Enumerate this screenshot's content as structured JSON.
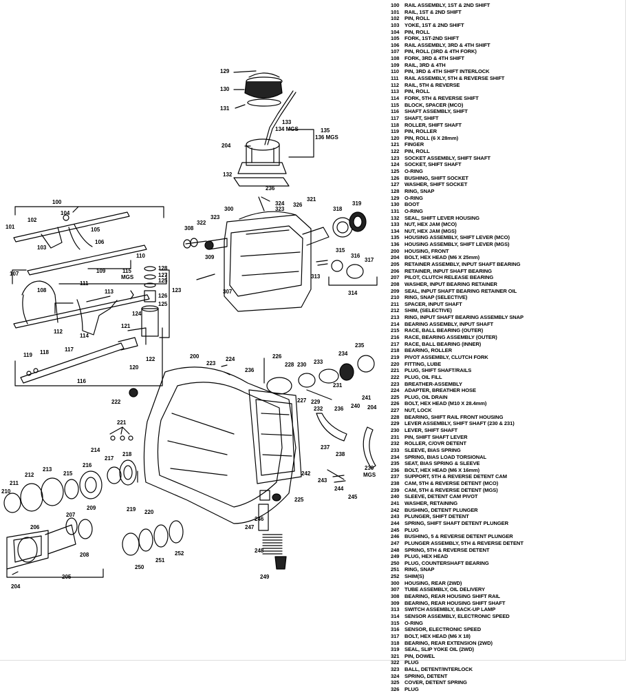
{
  "legend": [
    {
      "num": "100",
      "desc": "RAIL ASSEMBLY, 1ST & 2ND SHIFT"
    },
    {
      "num": "101",
      "desc": "RAIL, 1ST & 2ND SHIFT"
    },
    {
      "num": "102",
      "desc": "PIN, ROLL"
    },
    {
      "num": "103",
      "desc": "YOKE, 1ST & 2ND SHIFT"
    },
    {
      "num": "104",
      "desc": "PIN, ROLL"
    },
    {
      "num": "105",
      "desc": "FORK, 1ST-2ND SHIFT"
    },
    {
      "num": "106",
      "desc": "RAIL ASSEMBLY, 3RD & 4TH SHIFT"
    },
    {
      "num": "107",
      "desc": "PIN, ROLL (3RD & 4TH FORK)"
    },
    {
      "num": "108",
      "desc": "FORK, 3RD & 4TH SHIFT"
    },
    {
      "num": "109",
      "desc": "RAIL, 3RD & 4TH"
    },
    {
      "num": "110",
      "desc": "PIN, 3RD & 4TH SHIFT INTERLOCK"
    },
    {
      "num": "111",
      "desc": "RAIL ASSEMBLY, 5TH & REVERSE SHIFT"
    },
    {
      "num": "112",
      "desc": "RAIL, 5TH & REVERSE"
    },
    {
      "num": "113",
      "desc": "PIN, ROLL"
    },
    {
      "num": "114",
      "desc": "FORK, 5TH & REVERSE SHIFT"
    },
    {
      "num": "115",
      "desc": "BLOCK, SPACER (MCO)"
    },
    {
      "num": "116",
      "desc": "SHAFT ASSEMBLY, SHIFT"
    },
    {
      "num": "117",
      "desc": "SHAFT, SHIFT"
    },
    {
      "num": "118",
      "desc": "ROLLER, SHIFT SHAFT"
    },
    {
      "num": "119",
      "desc": "PIN, ROLLER"
    },
    {
      "num": "120",
      "desc": "PIN, ROLL (6 X 28mm)"
    },
    {
      "num": "121",
      "desc": "FINGER"
    },
    {
      "num": "122",
      "desc": "PIN, ROLL"
    },
    {
      "num": "123",
      "desc": "SOCKET ASSEMBLY, SHIFT SHAFT"
    },
    {
      "num": "124",
      "desc": "SOCKET, SHIFT SHAFT"
    },
    {
      "num": "125",
      "desc": "O-RING"
    },
    {
      "num": "126",
      "desc": "BUSHING, SHIFT SOCKET"
    },
    {
      "num": "127",
      "desc": "WASHER, SHIFT SOCKET"
    },
    {
      "num": "128",
      "desc": "RING, SNAP"
    },
    {
      "num": "129",
      "desc": "O-RING"
    },
    {
      "num": "130",
      "desc": "BOOT"
    },
    {
      "num": "131",
      "desc": "O-RING"
    },
    {
      "num": "132",
      "desc": "SEAL, SHIFT LEVER HOUSING"
    },
    {
      "num": "133",
      "desc": "NUT, HEX JAM (MCO)"
    },
    {
      "num": "134",
      "desc": "NUT, HEX JAM (MGS)"
    },
    {
      "num": "135",
      "desc": "HOUSING ASSEMBLY, SHIFT LEVER (MCO)"
    },
    {
      "num": "136",
      "desc": "HOUSING ASSEMBLY, SHIFT LEVER (MGS)"
    },
    {
      "num": "200",
      "desc": "HOUSING, FRONT"
    },
    {
      "num": "204",
      "desc": "BOLT, HEX HEAD (M6 X 25mm)"
    },
    {
      "num": "205",
      "desc": "RETAINER ASSEMBLY, INPUT SHAFT BEARING"
    },
    {
      "num": "206",
      "desc": "RETAINER, INPUT SHAFT BEARING"
    },
    {
      "num": "207",
      "desc": "PILOT, CLUTCH RELEASE BEARING"
    },
    {
      "num": "208",
      "desc": "WASHER, INPUT BEARING RETAINER"
    },
    {
      "num": "209",
      "desc": "SEAL, INPUT SHAFT BEARING RETAINER OIL"
    },
    {
      "num": "210",
      "desc": "RING, SNAP (SELECTIVE)"
    },
    {
      "num": "211",
      "desc": "SPACER, INPUT SHAFT"
    },
    {
      "num": "212",
      "desc": "SHIM, (SELECTIVE)"
    },
    {
      "num": "213",
      "desc": "RING, INPUT SHAFT BEARING ASSEMBLY SNAP"
    },
    {
      "num": "214",
      "desc": "BEARING ASSEMBLY, INPUT SHAFT"
    },
    {
      "num": "215",
      "desc": "RACE, BALL BEARING (OUTER)"
    },
    {
      "num": "216",
      "desc": "RACE, BEARING ASSEMBLY (OUTER)"
    },
    {
      "num": "217",
      "desc": "RACE, BALL BEARING (INNER)"
    },
    {
      "num": "218",
      "desc": "BEARING, ROLLER"
    },
    {
      "num": "219",
      "desc": "PIVOT ASSEMBLY, CLUTCH FORK"
    },
    {
      "num": "220",
      "desc": "FITTING, LUBE"
    },
    {
      "num": "221",
      "desc": "PLUG, SHIFT SHAFT/RAILS"
    },
    {
      "num": "222",
      "desc": "PLUG, OIL FILL"
    },
    {
      "num": "223",
      "desc": "BREATHER-ASSEMBLY"
    },
    {
      "num": "224",
      "desc": "ADAPTER, BREATHER HOSE"
    },
    {
      "num": "225",
      "desc": "PLUG, OIL DRAIN"
    },
    {
      "num": "226",
      "desc": "BOLT, HEX HEAD (M10 X 28.4mm)"
    },
    {
      "num": "227",
      "desc": "NUT, LOCK"
    },
    {
      "num": "228",
      "desc": "BEARING, SHIFT RAIL FRONT HOUSING"
    },
    {
      "num": "229",
      "desc": "LEVER ASSEMBLY, SHIFT SHAFT (230 & 231)"
    },
    {
      "num": "230",
      "desc": "LEVER, SHIFT SHAFT"
    },
    {
      "num": "231",
      "desc": "PIN, SHIFT SHAFT LEVER"
    },
    {
      "num": "232",
      "desc": "ROLLER, C/OVR DETENT"
    },
    {
      "num": "233",
      "desc": "SLEEVE, BIAS SPRING"
    },
    {
      "num": "234",
      "desc": "SPRING, BIAS LOAD TORSIONAL"
    },
    {
      "num": "235",
      "desc": "SEAT, BIAS SPRING & SLEEVE"
    },
    {
      "num": "236",
      "desc": "BOLT, HEX HEAD (M6 X 16mm)"
    },
    {
      "num": "237",
      "desc": "SUPPORT, 5TH & REVERSE DETENT CAM"
    },
    {
      "num": "238",
      "desc": "CAM, 5TH & REVERSE DETENT (MCO)"
    },
    {
      "num": "239",
      "desc": "CAM, 5TH & REVERSE DETENT (MGS)"
    },
    {
      "num": "240",
      "desc": "SLEEVE, DETENT CAM PIVOT"
    },
    {
      "num": "241",
      "desc": "WASHER, RETAINING"
    },
    {
      "num": "242",
      "desc": "BUSHING, DETENT PLUNGER"
    },
    {
      "num": "243",
      "desc": "PLUNGER, SHIFT DETENT"
    },
    {
      "num": "244",
      "desc": "SPRING, SHIFT SHAFT DETENT PLUNGER"
    },
    {
      "num": "245",
      "desc": "PLUG"
    },
    {
      "num": "246",
      "desc": "BUSHING, 5 & REVERSE DETENT PLUNGER"
    },
    {
      "num": "247",
      "desc": "PLUNGER ASSEMBLY, 5TH & REVERSE DETENT"
    },
    {
      "num": "248",
      "desc": "SPRING, 5TH & REVERSE DETENT"
    },
    {
      "num": "249",
      "desc": "PLUG, HEX HEAD"
    },
    {
      "num": "250",
      "desc": "PLUG, COUNTERSHAFT BEARING"
    },
    {
      "num": "251",
      "desc": "RING, SNAP"
    },
    {
      "num": "252",
      "desc": "SHIM(S)"
    },
    {
      "num": "300",
      "desc": "HOUSING, REAR (2WD)"
    },
    {
      "num": "307",
      "desc": "TUBE ASSEMBLY, OIL DELIVERY"
    },
    {
      "num": "308",
      "desc": "BEARING, REAR HOUSING SHIFT RAIL"
    },
    {
      "num": "309",
      "desc": "BEARING, REAR HOUSING SHIFT SHAFT"
    },
    {
      "num": "313",
      "desc": "SWITCH ASSEMBLY, BACK-UP LAMP"
    },
    {
      "num": "314",
      "desc": "SENSOR ASSEMBLY, ELECTRONIC SPEED"
    },
    {
      "num": "315",
      "desc": "O-RING"
    },
    {
      "num": "316",
      "desc": "SENSOR, ELECTRONIC SPEED"
    },
    {
      "num": "317",
      "desc": "BOLT, HEX HEAD (M6 X 18)"
    },
    {
      "num": "318",
      "desc": "BEARING, REAR EXTENSION (2WD)"
    },
    {
      "num": "319",
      "desc": "SEAL, SLIP YOKE OIL (2WD)"
    },
    {
      "num": "321",
      "desc": "PIN, DOWEL"
    },
    {
      "num": "322",
      "desc": "PLUG"
    },
    {
      "num": "323",
      "desc": "BALL, DETENT/INTERLOCK"
    },
    {
      "num": "324",
      "desc": "SPRING, DETENT"
    },
    {
      "num": "325",
      "desc": "COVER, DETENT SPRING"
    },
    {
      "num": "326",
      "desc": "PLUG"
    }
  ],
  "callouts": {
    "c100": "100",
    "c101": "101",
    "c102": "102",
    "c103": "103",
    "c104": "104",
    "c105": "105",
    "c106": "106",
    "c107": "107",
    "c108": "108",
    "c109": "109",
    "c110": "110",
    "c111": "111",
    "c112": "112",
    "c113": "113",
    "c114": "114",
    "c115": "115",
    "c115sub": "MGS",
    "c116": "116",
    "c117": "117",
    "c118": "118",
    "c119": "119",
    "c120": "120",
    "c121": "121",
    "c122": "122",
    "c123": "123",
    "c124": "124",
    "c125a": "125",
    "c125b": "125",
    "c126": "126",
    "c127": "127",
    "c128": "128",
    "c129": "129",
    "c130": "130",
    "c131": "131",
    "c132": "132",
    "c133": "133",
    "c134": "134 MGS",
    "c135": "135",
    "c136": "136 MGS",
    "c200": "200",
    "c204a": "204",
    "c204b": "204",
    "c204c": "204",
    "c205": "205",
    "c206": "206",
    "c207": "207",
    "c208": "208",
    "c209": "209",
    "c210": "210",
    "c211": "211",
    "c212": "212",
    "c213": "213",
    "c214": "214",
    "c215": "215",
    "c216": "216",
    "c217": "217",
    "c218": "218",
    "c219": "219",
    "c220": "220",
    "c221": "221",
    "c222": "222",
    "c223": "223",
    "c224": "224",
    "c225": "225",
    "c226": "226",
    "c227": "227",
    "c228": "228",
    "c229": "229",
    "c230": "230",
    "c231": "231",
    "c232": "232",
    "c233": "233",
    "c234": "234",
    "c235": "235",
    "c236a": "236",
    "c236b": "236",
    "c236c": "236",
    "c237": "237",
    "c238": "238",
    "c239": "239",
    "c239sub": "MGS",
    "c240": "240",
    "c241": "241",
    "c242": "242",
    "c243": "243",
    "c244": "244",
    "c245": "245",
    "c246": "246",
    "c247": "247",
    "c248": "248",
    "c249": "249",
    "c250": "250",
    "c251": "251",
    "c252": "252",
    "c300": "300",
    "c307": "307",
    "c308": "308",
    "c309": "309",
    "c313": "313",
    "c314": "314",
    "c315": "315",
    "c316": "316",
    "c317": "317",
    "c318": "318",
    "c319": "319",
    "c321": "321",
    "c322": "322",
    "c323a": "323",
    "c323b": "323",
    "c324": "324",
    "c326": "326"
  }
}
